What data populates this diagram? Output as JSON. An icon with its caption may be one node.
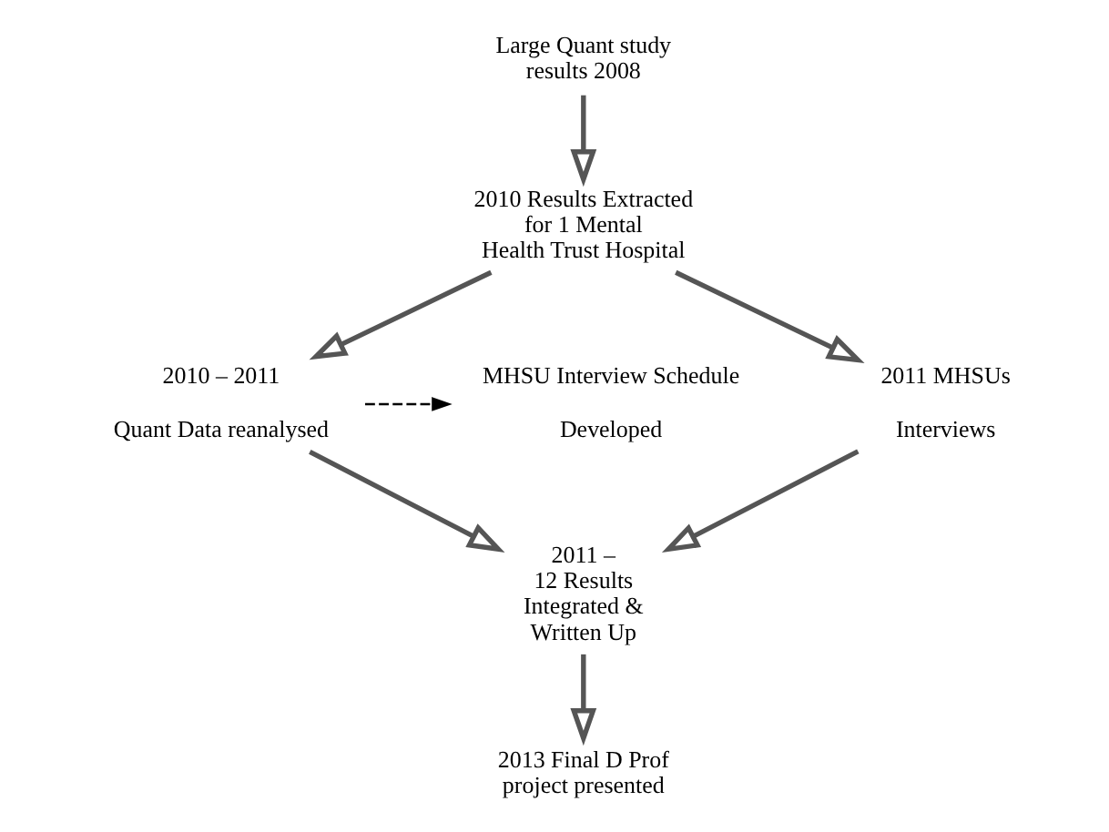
{
  "diagram": {
    "nodes": [
      {
        "text": [
          "Large Quant study results 2008"
        ]
      },
      {
        "text": [
          "2010 Results Extracted for 1 Mental Health Trust Hospital"
        ]
      },
      {
        "text": [
          "2010 – 2011",
          "Quant Data reanalysed"
        ]
      },
      {
        "text": [
          "MHSU Interview Schedule",
          "Developed"
        ]
      },
      {
        "text": [
          "2011 MHSUs",
          "Interviews"
        ]
      },
      {
        "text": [
          "2011 – 12 Results Integrated & Written Up"
        ]
      },
      {
        "text": [
          "2013 Final D Prof project presented"
        ]
      }
    ],
    "edges": [
      {
        "from": 0,
        "to": 1,
        "arrow": "to"
      },
      {
        "from": 1,
        "to": 2,
        "arrow": "to"
      },
      {
        "from": 1,
        "to": 4,
        "arrow": "to"
      },
      {
        "from": 2,
        "to": 3,
        "arrow": "to",
        "style": "dashed",
        "color": "#000000"
      },
      {
        "from": 2,
        "to": 5,
        "arrow": "to"
      },
      {
        "from": 4,
        "to": 5,
        "arrow": "to"
      },
      {
        "from": 5,
        "to": 6,
        "arrow": "to"
      }
    ]
  }
}
